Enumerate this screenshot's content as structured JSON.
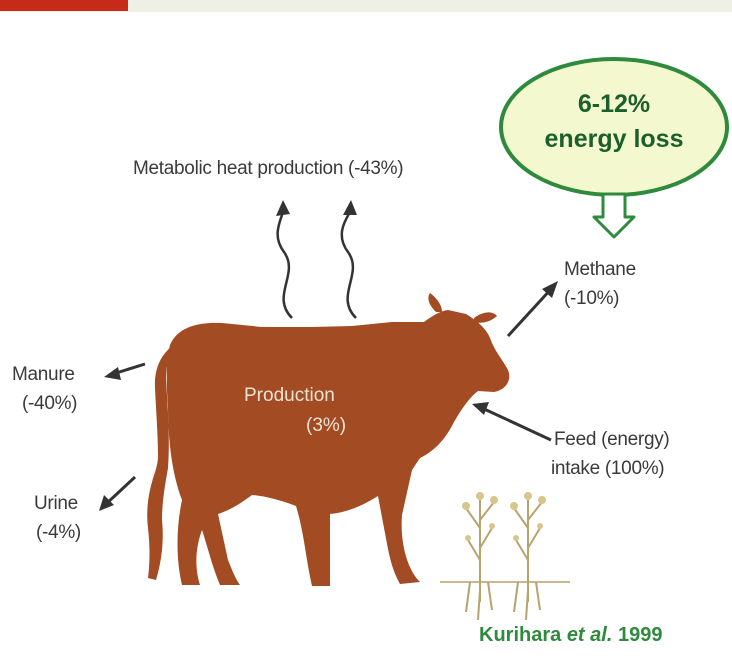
{
  "bubble": {
    "line1": "6-12%",
    "line2": "energy loss"
  },
  "labels": {
    "metabolic": "Metabolic heat production (-43%)",
    "methane": "Methane",
    "methane_pct": "(-10%)",
    "manure": "Manure",
    "manure_pct": "(-40%)",
    "urine": "Urine",
    "urine_pct": "(-4%)",
    "production": "Production",
    "production_pct": "(3%)",
    "feed": "Feed (energy)",
    "feed_pct": "intake (100%)"
  },
  "citation": {
    "author": "Kurihara ",
    "etal": "et al.",
    "year": " 1999"
  },
  "colors": {
    "cow": "#a34b22",
    "bubble_fill": "#f4f8cf",
    "bubble_stroke": "#2e8a3c",
    "header_bar": "#c62a19",
    "plant": "#c9b98a"
  }
}
